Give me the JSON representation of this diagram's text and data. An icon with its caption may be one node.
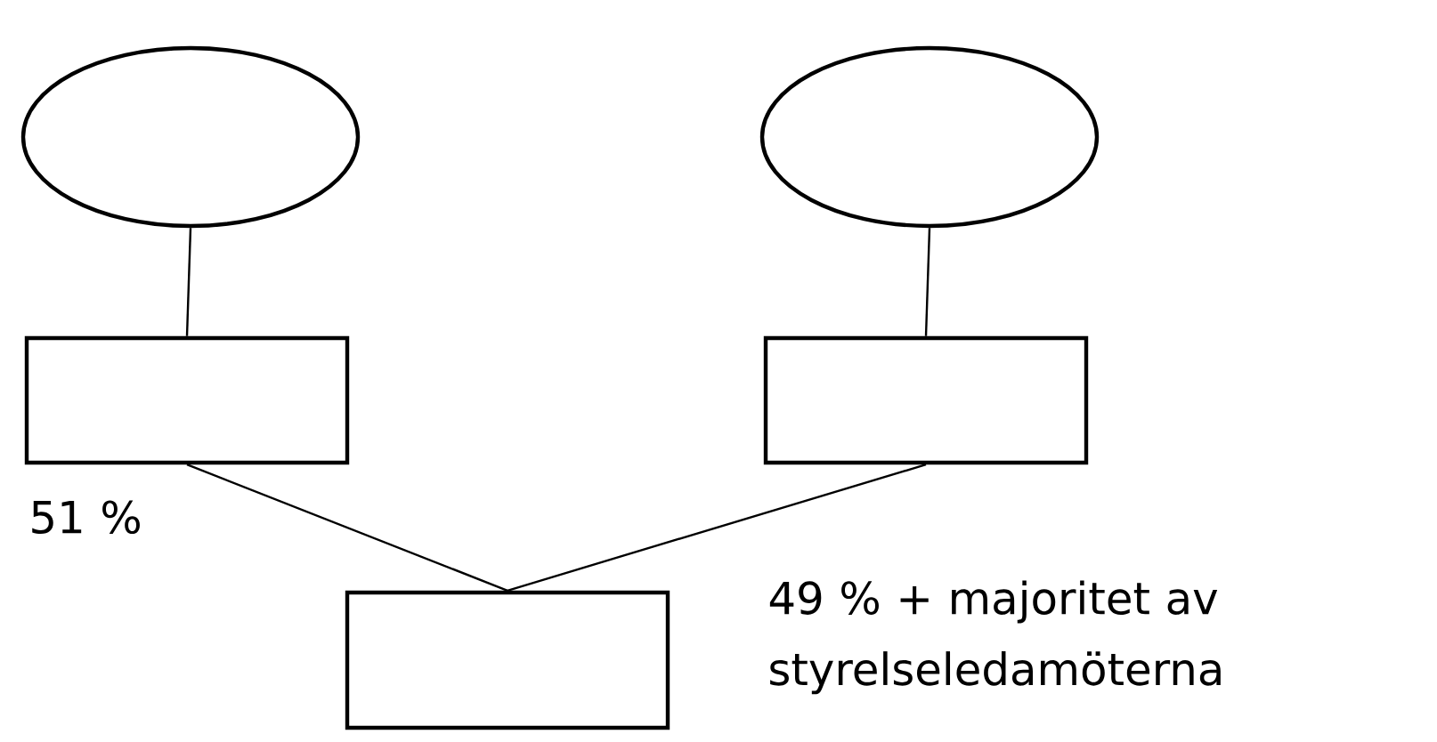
{
  "diagram": {
    "nodes": [
      {
        "text": [],
        "shape": "ellipse"
      },
      {
        "text": [],
        "shape": "ellipse"
      },
      {
        "text": [],
        "shape": "box"
      },
      {
        "text": [],
        "shape": "box"
      },
      {
        "text": [],
        "shape": "box"
      }
    ],
    "edges": [
      {
        "from": 0,
        "to": 2,
        "arrow": "none"
      },
      {
        "from": 1,
        "to": 3,
        "arrow": "none"
      },
      {
        "from": 2,
        "to": 4,
        "arrow": "none",
        "label": "51 %"
      },
      {
        "from": 3,
        "to": 4,
        "arrow": "none",
        "label": "49 % + majoritet av styrelseledamöterna"
      }
    ]
  }
}
